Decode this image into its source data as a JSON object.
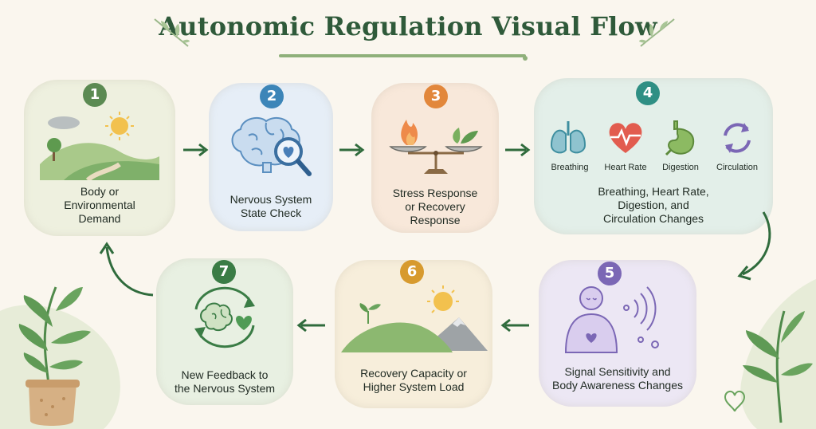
{
  "title": "Autonomic Regulation Visual Flow",
  "colors": {
    "green": "#3f7f4c",
    "blue": "#3c85b8",
    "orange": "#e2873b",
    "teal": "#2f8f84",
    "purple": "#7b67b5",
    "gold": "#d79a2e",
    "darkgreen": "#3a7c45"
  },
  "steps": [
    {
      "number": "1",
      "label": "Body or Environmental Demand",
      "lines": [
        "Body or",
        "Environmental",
        "Demand"
      ],
      "icon": "landscape-sun-icon"
    },
    {
      "number": "2",
      "label": "Nervous System State Check",
      "lines": [
        "Nervous System",
        "State Check"
      ],
      "icon": "brain-magnifier-icon"
    },
    {
      "number": "3",
      "label": "Stress Response or Recovery Response",
      "lines": [
        "Stress Response",
        "or Recovery",
        "Response"
      ],
      "icon": "balance-scale-icon"
    },
    {
      "number": "4",
      "label": "Breathing, Heart Rate, Digestion, and Circulation Changes",
      "lines": [
        "Breathing, Heart Rate,",
        "Digestion, and",
        "Circulation Changes"
      ],
      "icon": "organs-icon",
      "sub_icons": [
        "Breathing",
        "Heart Rate",
        "Digestion",
        "Circulation"
      ]
    },
    {
      "number": "5",
      "label": "Signal Sensitivity and Body Awareness Changes",
      "lines": [
        "Signal Sensitivity and",
        "Body Awareness Changes"
      ],
      "icon": "body-awareness-icon"
    },
    {
      "number": "6",
      "label": "Recovery Capacity or Higher System Load",
      "lines": [
        "Recovery Capacity or",
        "Higher System Load"
      ],
      "icon": "hills-sun-icon"
    },
    {
      "number": "7",
      "label": "New Feedback to the Nervous System",
      "lines": [
        "New Feedback to",
        "the Nervous System"
      ],
      "icon": "feedback-cycle-icon"
    }
  ]
}
